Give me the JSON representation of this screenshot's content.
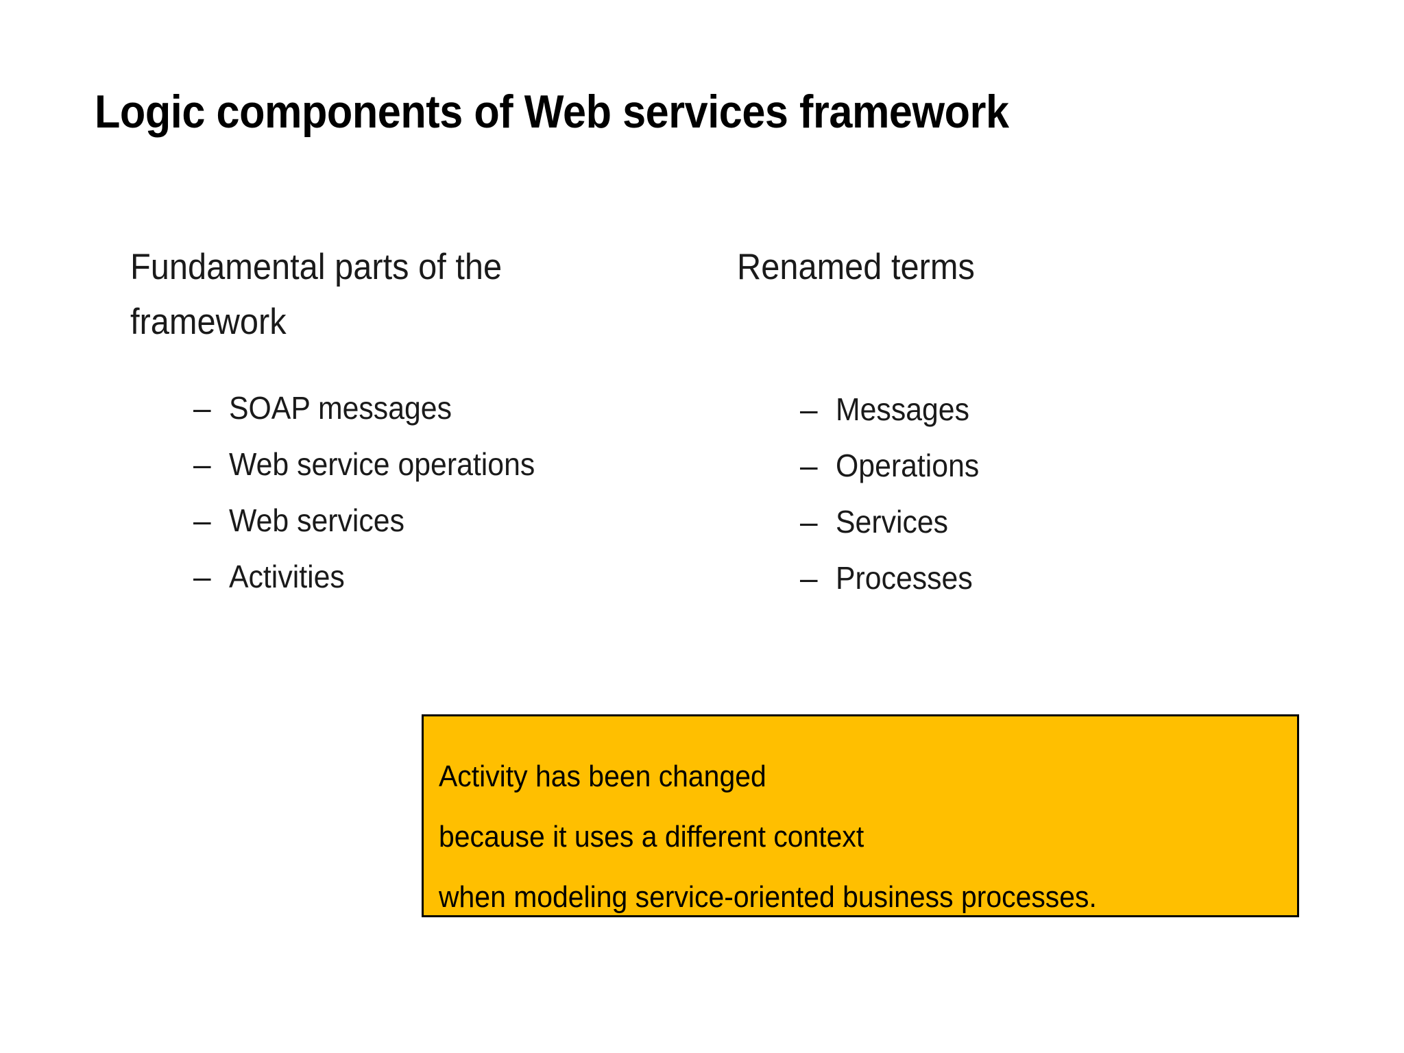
{
  "slide": {
    "title": "Logic components of Web services framework",
    "background_color": "#FFFFFF",
    "text_color": "#000000"
  },
  "columns": {
    "left": {
      "heading": "Fundamental parts of the\nframework",
      "bullet_marker": "–",
      "items": [
        "SOAP messages",
        "Web service operations",
        "Web services",
        "Activities"
      ]
    },
    "right": {
      "heading": "Renamed terms",
      "bullet_marker": "–",
      "items": [
        "Messages",
        "Operations",
        "Services",
        "Processes"
      ]
    }
  },
  "callout": {
    "background_color": "#FFBF00",
    "border_color": "#000000",
    "lines": [
      "Activity has been changed",
      "because it uses a different context",
      "when modeling service-oriented business processes."
    ]
  }
}
